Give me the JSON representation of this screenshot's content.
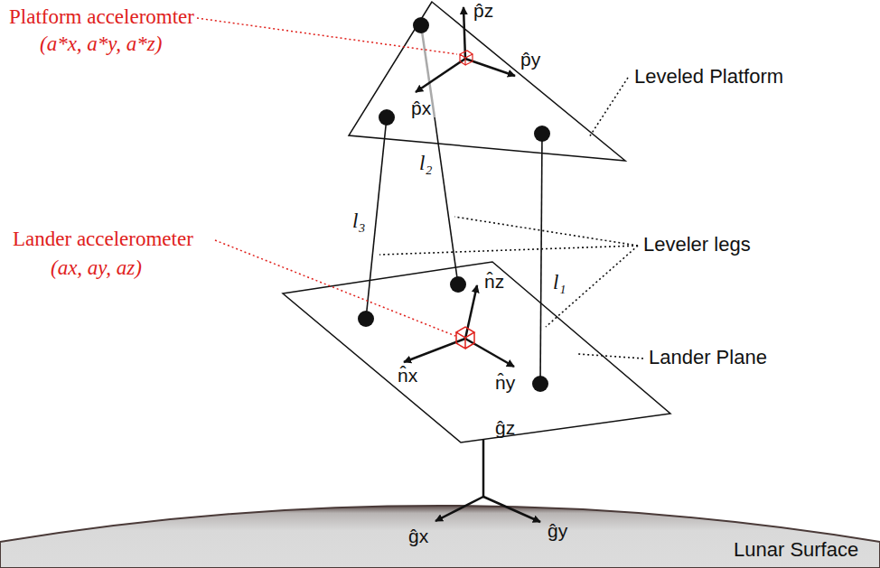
{
  "diagram": {
    "labels": [
      "Platform acceleromter",
      "(a*x, a*y, a*z)",
      "p̂z",
      "p̂y",
      "p̂x",
      "Leveled Platform",
      "l₂",
      "l₁",
      "l₃",
      "Leveler legs",
      "Lander accelerometer",
      "(ax, ay, az)",
      "n̂z",
      "Lander Plane",
      "n̂x",
      "n̂y",
      "ĝz",
      "ĝx",
      "ĝy",
      "Lunar Surface"
    ]
  }
}
